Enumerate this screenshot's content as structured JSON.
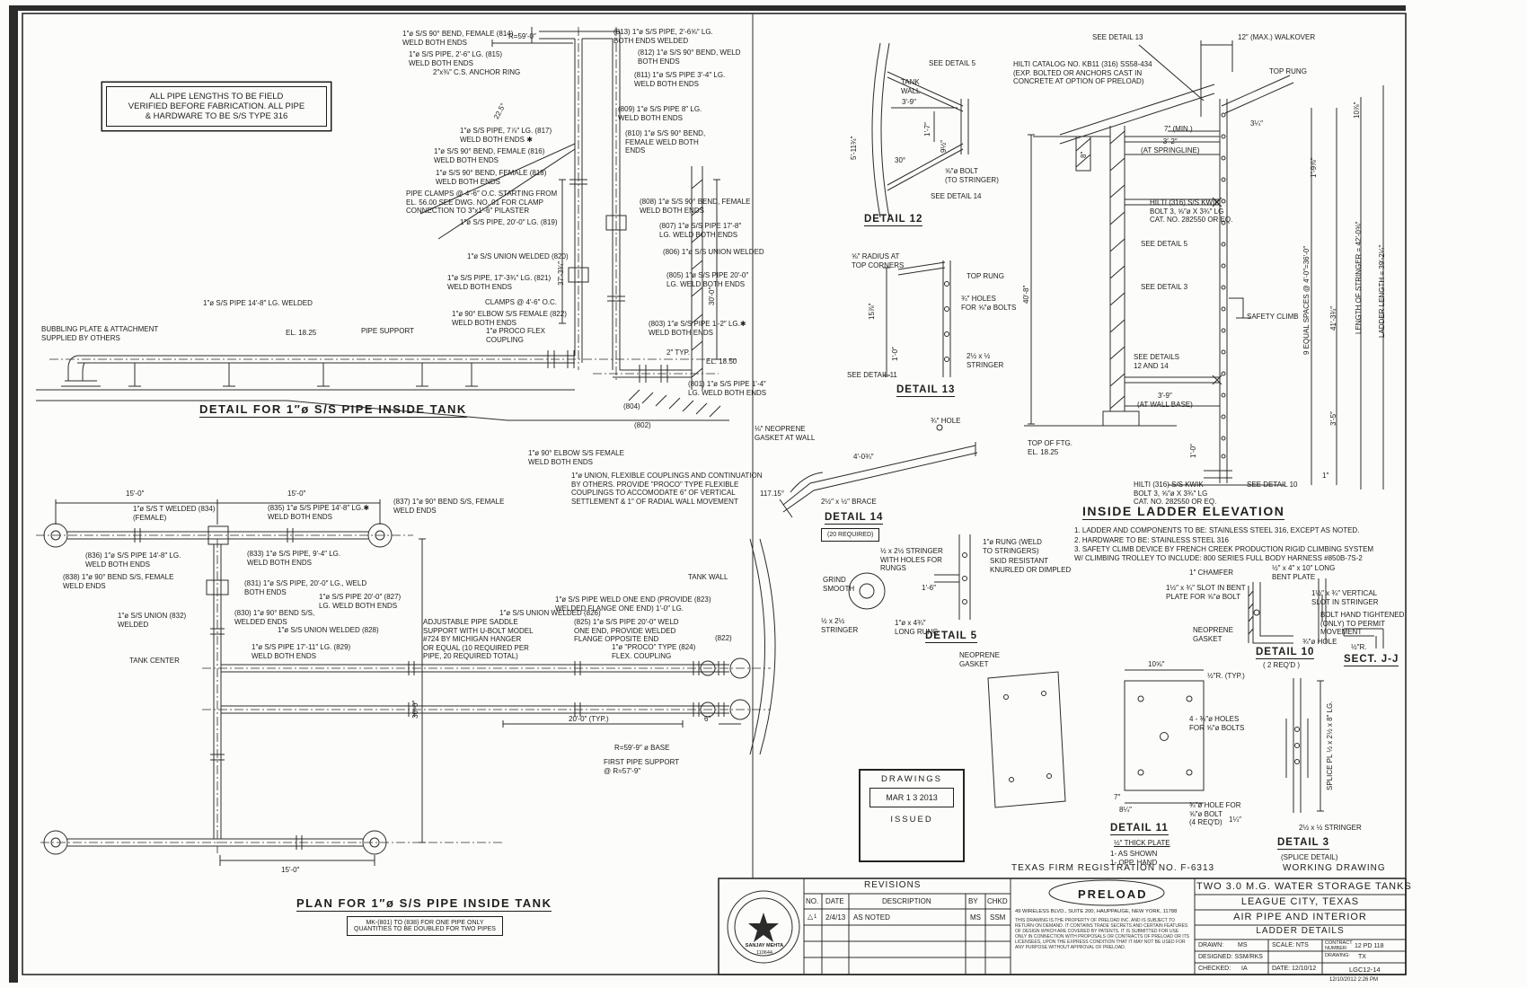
{
  "sheet": {
    "note": "ALL PIPE LENGTHS TO BE FIELD\nVERIFIED BEFORE FABRICATION. ALL PIPE\n& HARDWARE TO BE S/S TYPE 316",
    "firm_reg": "TEXAS FIRM REGISTRATION NO. F-6313",
    "working": "WORKING DRAWING",
    "timestamp": "12/10/2012  2:26 PM"
  },
  "elev": {
    "title": "DETAIL FOR 1″ø S/S PIPE INSIDE TANK",
    "c814": "1″ø S/S 90° BEND, FEMALE (814)\nWELD BOTH ENDS",
    "c815": "1″ø S/S PIPE, 2′-6″ LG. (815)\nWELD BOTH ENDS",
    "anchor": "2″x⅜″ C.S. ANCHOR RING",
    "r59": "R=59′-0″",
    "c813": "(813) 1″ø S/S PIPE, 2′-6⅝″ LG.\nBOTH ENDS WELDED",
    "c812": "(812) 1″ø S/S 90° BEND, WELD\nBOTH ENDS",
    "c811": "(811) 1″ø S/S PIPE 3′-4″ LG.\nWELD BOTH ENDS",
    "c809": "(809) 1″ø S/S PIPE 8″ LG.\nWELD BOTH ENDS",
    "c817": "1″ø S/S PIPE, 7⅞″ LG. (817)\nWELD BOTH ENDS  ✱",
    "c810": "(810) 1″ø S/S 90° BEND,\nFEMALE WELD BOTH\nENDS",
    "c816": "1″ø S/S 90° BEND, FEMALE (816)\nWELD BOTH ENDS",
    "c818": "1″ø S/S 90° BEND, FEMALE (818)\nWELD BOTH ENDS",
    "clamps": "PIPE CLAMPS @ 4′-6″ O.C. STARTING FROM\nEL. 56.00 SEE DWG. NO. 01 FOR CLAMP\nCONNECTION TO 3″x1′-6″ PILASTER",
    "c808": "(808) 1″ø S/S 90° BEND, FEMALE\nWELD BOTH ENDS",
    "c807": "(807) 1″ø S/S PIPE 17′-8″\nLG. WELD BOTH ENDS",
    "c819": "1″ø S/S PIPE, 20′-0″ LG. (819)",
    "c806": "(806) 1″ø S/S UNION WELDED",
    "c820": "1″ø S/S UNION WELDED (820)",
    "c805": "(805) 1″ø S/S PIPE 20′-0″\nLG. WELD BOTH ENDS",
    "c821": "1″ø S/S PIPE, 17′-3¾″ LG. (821)\nWELD BOTH ENDS",
    "d37": "37′-3¾″",
    "a225": "22.5°",
    "d30": "30′-0″",
    "clamps2": "CLAMPS @ 4′-6″ O.C.",
    "c822": "1″ø 90° ELBOW S/S FEMALE (822)\nWELD BOTH ENDS",
    "c803": "(803) 1″ø S/S PIPE 1′-2″ LG.✱\nWELD BOTH ENDS",
    "proco": "1″ø PROCO FLEX\nCOUPLING",
    "support": "PIPE SUPPORT",
    "pipe14": "1″ø S/S PIPE 14′-8″ LG. WELDED",
    "el1825": "EL. 18.25",
    "bubbling": "BUBBLING PLATE & ATTACHMENT\nSUPPLIED BY OTHERS",
    "t2": "2″ TYP.",
    "el1850": "EL. 18.50",
    "c801": "(801) 1″ø S/S PIPE 1′-4″\nLG. WELD BOTH ENDS",
    "b804": "(804)",
    "b802": "(802)",
    "elbow802": "1″ø 90° ELBOW S/S FEMALE\nWELD BOTH ENDS",
    "unionnote": "1″ø UNION, FLEXIBLE COUPLINGS AND CONTINUATION\nBY OTHERS. PROVIDE \"PROCO\" TYPE FLEXIBLE\nCOUPLINGS TO ACCOMODATE 6″ OF VERTICAL\nSETTLEMENT & 1″ OF RADIAL WALL MOVEMENT"
  },
  "plan": {
    "title": "PLAN FOR 1″ø S/S PIPE INSIDE TANK",
    "note": "MK-(801) TO (838) FOR ONE PIPE ONLY\nQUANTITIES TO BE DOUBLED FOR TWO PIPES",
    "d15a": "15′-0″",
    "d15b": "15′-0″",
    "d15c": "15′-0″",
    "d30": "30′-0″",
    "d20": "20′-0″ (TYP.)",
    "d6": "6″",
    "c834": "1″ø S/S T WELDED (834)\n(FEMALE)",
    "c835": "(835) 1″ø S/S PIPE 14′-8″ LG.✱\nWELD BOTH ENDS",
    "c837": "(837) 1″ø 90° BEND S/S, FEMALE\nWELD ENDS",
    "c836": "(836) 1″ø S/S PIPE 14′-8″ LG.\nWELD BOTH ENDS",
    "c838": "(838) 1″ø 90° BEND S/S, FEMALE\nWELD ENDS",
    "c833": "(833) 1″ø S/S PIPE, 9′-4″ LG.\nWELD BOTH ENDS",
    "c831": "(831) 1″ø S/S PIPE, 20′-0″ LG., WELD\nBOTH ENDS",
    "c832": "1″ø S/S UNION (832)\nWELDED",
    "c830": "(830) 1″ø 90° BEND S/S,\nWELDED ENDS",
    "c827": "1″ø S/S PIPE 20′-0″ (827)\nLG. WELD BOTH ENDS",
    "c828": "1″ø S/S UNION WELDED (828)",
    "c829": "1″ø S/S PIPE 17′-11″ LG. (829)\nWELD BOTH ENDS",
    "center": "TANK CENTER",
    "saddle": "ADJUSTABLE PIPE SADDLE\nSUPPORT WITH U-BOLT MODEL\n#724 BY MICHIGAN HANGER\nOR EQUAL (10 REQUIRED PER\nPIPE, 20 REQUIRED TOTAL)",
    "c826": "1″ø S/S UNION WELDED (826)",
    "c823": "1″ø S/S PIPE WELD ONE END (PROVIDE (823)\nWELDED FLANGE ONE END) 1′-0″ LG.",
    "c825": "(825) 1″ø S/S PIPE 20′-0″ WELD\nONE END, PROVIDE WELDED\nFLANGE OPPOSITE END",
    "c824": "1″ø \"PROCO\" TYPE (824)\nFLEX. COUPLING",
    "wall": "TANK WALL",
    "b822": "(822)",
    "rbase": "R=59′-9″ ø BASE",
    "first": "FIRST PIPE SUPPORT\n@ R=57′-9″"
  },
  "d12": {
    "title": "DETAIL 12",
    "see5": "SEE DETAIL 5",
    "wall": "TANK\nWALL",
    "d39": "3′-9″",
    "d17": "1′-7″",
    "d95": "9½″",
    "d511": "5′-11¾″",
    "a30": "30°",
    "bolt": "⅝″ø BOLT\n(TO STRINGER)",
    "see14": "SEE DETAIL 14"
  },
  "d13": {
    "title": "DETAIL 13",
    "radius": "⅝″ RADIUS AT\nTOP CORNERS",
    "toprung": "TOP RUNG",
    "holes": "¾″ HOLES\nFOR ⅝″ø BOLTS",
    "d158": "15⅞″",
    "d10": "1′-0″",
    "stringer": "2½ x ½\nSTRINGER",
    "see11": "SEE DETAIL 11"
  },
  "d14": {
    "title": "DETAIL 14",
    "sub": "(20 REQUIRED)",
    "gasket": "⅛″ NEOPRENE\nGASKET AT WALL",
    "angle": "117.15°",
    "brace": "2½″ x ½″ BRACE",
    "d40": "4′-0¾″",
    "hole": "¾″ HOLE"
  },
  "lad": {
    "title": "INSIDE LADDER ELEVATION",
    "see13": "SEE DETAIL 13",
    "walkover": "12″ (MAX.) WALKOVER",
    "hilti": "HILTI CATALOG NO. KB11 (316) SS58-434\n(EXP. BOLTED OR ANCHORS CAST IN\nCONCRETE AT OPTION OF PRELOAD)",
    "toprung": "TOP RUNG",
    "d7": "7″ (MIN.)",
    "d32": "3′-2″\n(AT SPRINGLINE)",
    "d314": "3¼″",
    "d8": "8″",
    "d108": "10⅞″",
    "d198": "1′-9⅞″",
    "kwik1": "HILTI (316) S/S KWIK\nBOLT 3, ⅝″ø X 3¾″ LG\nCAT. NO. 282550 OR EQ.",
    "see5": "SEE DETAIL 5",
    "see3": "SEE DETAIL 3",
    "climb": "SAFETY CLIMB",
    "see1214": "SEE DETAILS\n12 AND 14",
    "d408": "40′-8″",
    "spaces": "9 EQUAL SPACES @ 4′-0″=36′-0″",
    "d4134": "41′-3¾″",
    "strlen": "LENGTH OF STRINGER = 42′-0⅝″",
    "ladlen": "LADDER LENGTH = 39′-2¼″",
    "d35": "3′-5″",
    "d39b": "3′-9″\n(AT WALL BASE)",
    "d10": "1′-0″",
    "ftg": "TOP OF FTG.\nEL. 18.25",
    "kwik2": "HILTI (316) S/S KWIK\nBOLT 3, ⅝″ø X 3¾″ LG\nCAT. NO. 282550 OR EQ.",
    "see10": "SEE DETAIL 10",
    "d1": "1″",
    "n1": "1.  LADDER AND COMPONENTS TO BE: STAINLESS STEEL 316, EXCEPT AS NOTED.",
    "n2": "2.  HARDWARE TO BE:  STAINLESS STEEL 316",
    "n3": "3.  SAFETY CLIMB DEVICE BY FRENCH CREEK PRODUCTION RIGID CLIMBING SYSTEM\n      W/ CLIMBING TROLLEY TO INCLUDE: 800 SERIES FULL BODY HARNESS #850B-7S-2"
  },
  "d5": {
    "title": "DETAIL 5",
    "rung": "1″ø RUNG (WELD\nTO STRINGERS)",
    "skid": "SKID RESISTANT\nKNURLED OR DIMPLED",
    "stringerA": "½ x 2½ STRINGER\nWITH HOLES FOR\nRUNGS",
    "grind": "GRIND\nSMOOTH",
    "d16": "1′-6″",
    "stringerB": "½ x 2½\nSTRINGER",
    "longrung": "1″ø x 4¾″\nLONG RUNG"
  },
  "d10x": {
    "title": "DETAIL 10",
    "sub": "( 2 REQ′D )",
    "chamfer": "1″ CHAMFER",
    "bent": "½″ x 4″ x 10″ LONG\nBENT PLATE",
    "slot": "1½″ x ¾″ SLOT IN BENT\nPLATE FOR ⅝″ø BOLT",
    "vslot": "1½″ x ¾″ VERTICAL\nSLOT IN STRINGER",
    "hand": "BOLT HAND TIGHTENED\n(ONLY) TO PERMIT\nMOVEMENT",
    "gasket": "NEOPRENE\nGASKET",
    "hole": "¾″ø HOLE",
    "r12": "½″R.",
    "sect": "SECT. J-J"
  },
  "d11": {
    "title": "DETAIL 11",
    "plate": "½″ THICK PLATE",
    "as1": "1-  AS SHOWN",
    "as2": "1-  OPP. HAND",
    "gasket": "NEOPRENE\nGASKET",
    "d1058": "10⅝″",
    "r12": "½″R. (TYP.)",
    "hole": "¾″ø HOLE FOR\n⅝″ø BOLT\n(4 REQ′D)",
    "d7": "7″",
    "d814": "8¼″"
  },
  "d3x": {
    "title": "DETAIL 3",
    "sub": "(SPLICE DETAIL)",
    "holes": "4 - ¾″ø HOLES\nFOR ⅝″ø BOLTS",
    "stringer": "2½ x ½ STRINGER",
    "splice": "SPLICE PL ½ x 2½ x 8″ LG.",
    "d114": "1¼″"
  },
  "stamp": {
    "l1": "DRAWINGS",
    "l2": "MAR 1 3 2013",
    "l3": "ISSUED"
  },
  "tb": {
    "revisions": "REVISIONS",
    "no": "NO.",
    "date": "DATE",
    "desc": "DESCRIPTION",
    "by": "BY",
    "chkd": "CHKD",
    "tri": "△",
    "r1no": "1",
    "r1date": "2/4/13",
    "r1desc": "AS NOTED",
    "r1by": "MS",
    "r1chkd": "SSM",
    "company": "PRELOAD",
    "address": "49 WIRELESS BLVD., SUITE 200, HAUPPAUGE, NEW YORK, 11788",
    "legal": "THIS DRAWING IS THE PROPERTY OF PRELOAD INC. AND IS SUBJECT TO RETURN ON DEMAND. IT CONTAINS TRADE SECRETS AND CERTAIN FEATURES OF DESIGN WHICH ARE COVERED BY PATENTS. IT IS SUBMITTED FOR USE ONLY IN CONNECTION WITH PROPOSALS OR CONTRACTS OF PRELOAD OR ITS LICENSEES, UPON THE EXPRESS CONDITION THAT IT MAY NOT BE USED FOR ANY PURPOSE WITHOUT APPROVAL OF PRELOAD.",
    "p1": "TWO 3.0 M.G. WATER STORAGE TANKS",
    "p2": "LEAGUE CITY, TEXAS",
    "p3": "AIR PIPE AND INTERIOR",
    "p4": "LADDER DETAILS",
    "drawn": "DRAWN:",
    "drawnv": "MS",
    "scale": "SCALE:  NTS",
    "contract": "CONTRACT\nNUMBER:",
    "contractv": "12 PD 118",
    "designed": "DESIGNED: SSM/RKS",
    "dwg": "DRAWING:",
    "state": "TX",
    "checked": "CHECKED:",
    "checkedv": "IA",
    "datel": "DATE: 12/10/12",
    "dwgv": "LGC12-14",
    "seal1": "SANJAY MEHTA",
    "seal2": "110644"
  }
}
